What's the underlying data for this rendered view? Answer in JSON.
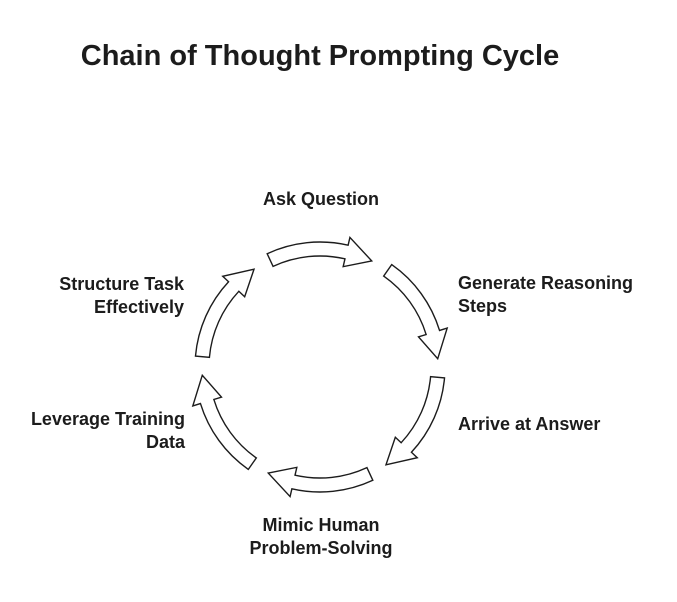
{
  "title": "Chain of Thought Prompting Cycle",
  "cycle": {
    "type": "cycle-diagram",
    "direction": "clockwise",
    "steps": [
      {
        "id": "ask-question",
        "label": "Ask Question",
        "position": "top"
      },
      {
        "id": "generate-reasoning-steps",
        "label": "Generate Reasoning\nSteps",
        "position": "right-top"
      },
      {
        "id": "arrive-at-answer",
        "label": "Arrive at Answer",
        "position": "right-bottom"
      },
      {
        "id": "mimic-human-problem-solving",
        "label": "Mimic Human\nProblem-Solving",
        "position": "bottom"
      },
      {
        "id": "leverage-training-data",
        "label": "Leverage Training\nData",
        "position": "left-bottom"
      },
      {
        "id": "structure-task-effectively",
        "label": "Structure Task\nEffectively",
        "position": "left-top"
      }
    ]
  },
  "colors": {
    "text": "#1c1c1c",
    "arrow_stroke": "#1c1c1c",
    "arrow_fill": "#ffffff",
    "background": "#ffffff"
  }
}
